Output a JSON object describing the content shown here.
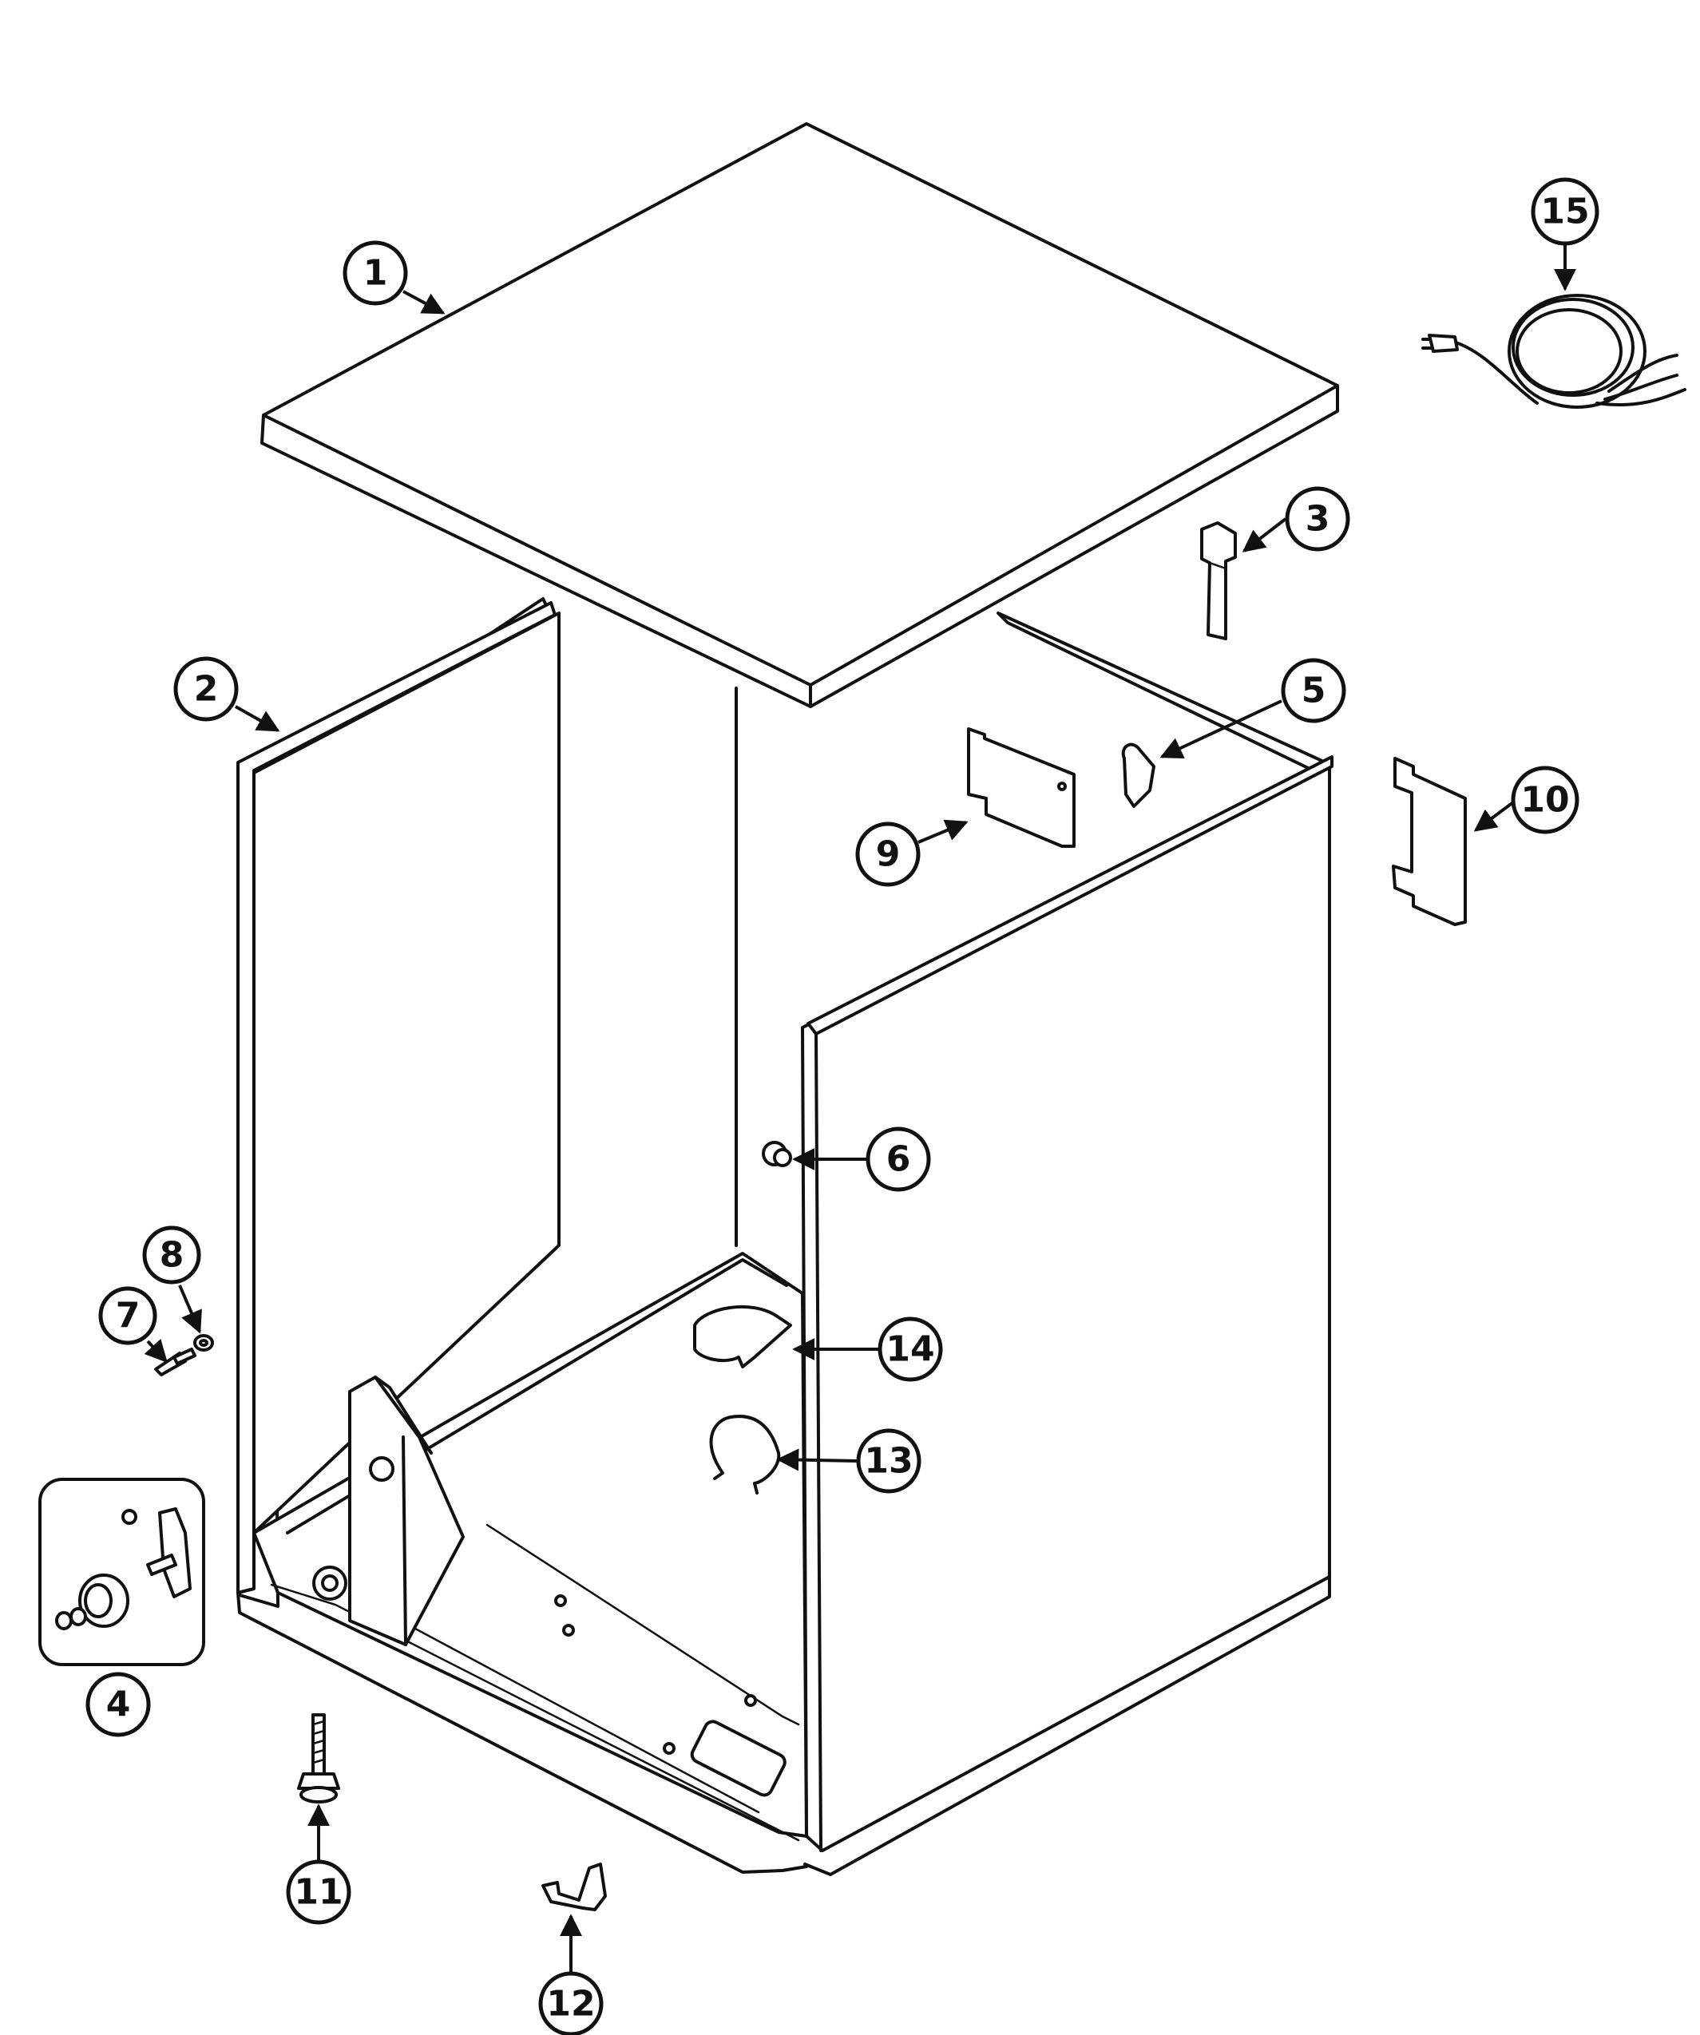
{
  "diagram": {
    "callouts": [
      {
        "id": "1",
        "label": "1"
      },
      {
        "id": "2",
        "label": "2"
      },
      {
        "id": "3",
        "label": "3"
      },
      {
        "id": "4",
        "label": "4"
      },
      {
        "id": "5",
        "label": "5"
      },
      {
        "id": "6",
        "label": "6"
      },
      {
        "id": "7",
        "label": "7"
      },
      {
        "id": "8",
        "label": "8"
      },
      {
        "id": "9",
        "label": "9"
      },
      {
        "id": "10",
        "label": "10"
      },
      {
        "id": "11",
        "label": "11"
      },
      {
        "id": "12",
        "label": "12"
      },
      {
        "id": "13",
        "label": "13"
      },
      {
        "id": "14",
        "label": "14"
      },
      {
        "id": "15",
        "label": "15"
      }
    ],
    "colors": {
      "line": "#111111",
      "background": "#ffffff"
    }
  }
}
